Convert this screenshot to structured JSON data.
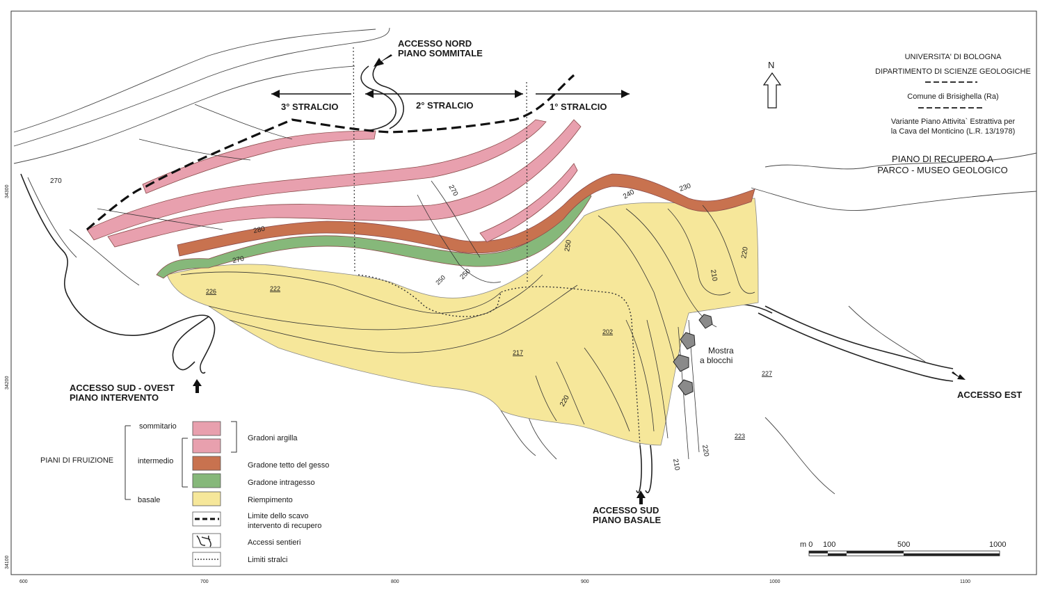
{
  "institution": {
    "university": "UNIVERSITA' DI BOLOGNA",
    "department": "DIPARTIMENTO DI SCIENZE GEOLOGICHE",
    "comune": "Comune di Brisighella (Ra)",
    "variante_line1": "Variante Piano Attivita` Estrattiva per",
    "variante_line2": "la Cava del Monticino (L.R. 13/1978)",
    "plan_title_line1": "PIANO DI RECUPERO A",
    "plan_title_line2": "PARCO - MUSEO GEOLOGICO"
  },
  "north_label": "N",
  "stralci": {
    "third": "3° STRALCIO",
    "second": "2° STRALCIO",
    "first": "1° STRALCIO"
  },
  "accessi": {
    "nord_line1": "ACCESSO NORD",
    "nord_line2": "PIANO SOMMITALE",
    "sud_ovest_line1": "ACCESSO SUD - OVEST",
    "sud_ovest_line2": "PIANO INTERVENTO",
    "sud_line1": "ACCESSO SUD",
    "sud_line2": "PIANO BASALE",
    "est": "ACCESSO EST"
  },
  "mostra": {
    "line1": "Mostra",
    "line2": "a blocchi"
  },
  "contour_labels": [
    "270",
    "280",
    "270",
    "270",
    "250",
    "250",
    "240",
    "230",
    "250",
    "220",
    "210",
    "220",
    "210",
    "220"
  ],
  "spot_labels": [
    "222",
    "226",
    "217",
    "202",
    "227",
    "223"
  ],
  "legend": {
    "group_label": "PIANI DI FRUIZIONE",
    "levels": [
      "sommitario",
      "intermedio",
      "basale"
    ],
    "items": [
      {
        "label": "Gradoni  argilla",
        "color": "#e8a0ae"
      },
      {
        "label": "Gradone tetto del gesso",
        "color": "#c8724f"
      },
      {
        "label": "Gradone  intragesso",
        "color": "#86b87a"
      },
      {
        "label": "Riempimento",
        "color": "#f6e79a"
      },
      {
        "label": "Limite dello scavo\nintervento di recupero",
        "line1": "Limite dello scavo",
        "line2": "intervento di recupero"
      },
      {
        "label": "Accessi sentieri"
      },
      {
        "label": "Limiti stralci"
      }
    ]
  },
  "scale": {
    "labels": [
      "m 0",
      "100",
      "500",
      "1000"
    ]
  },
  "grid": {
    "bottom": [
      "600",
      "700",
      "800",
      "900",
      "1000",
      "1100"
    ],
    "left": [
      "34300",
      "34200",
      "34100"
    ]
  }
}
